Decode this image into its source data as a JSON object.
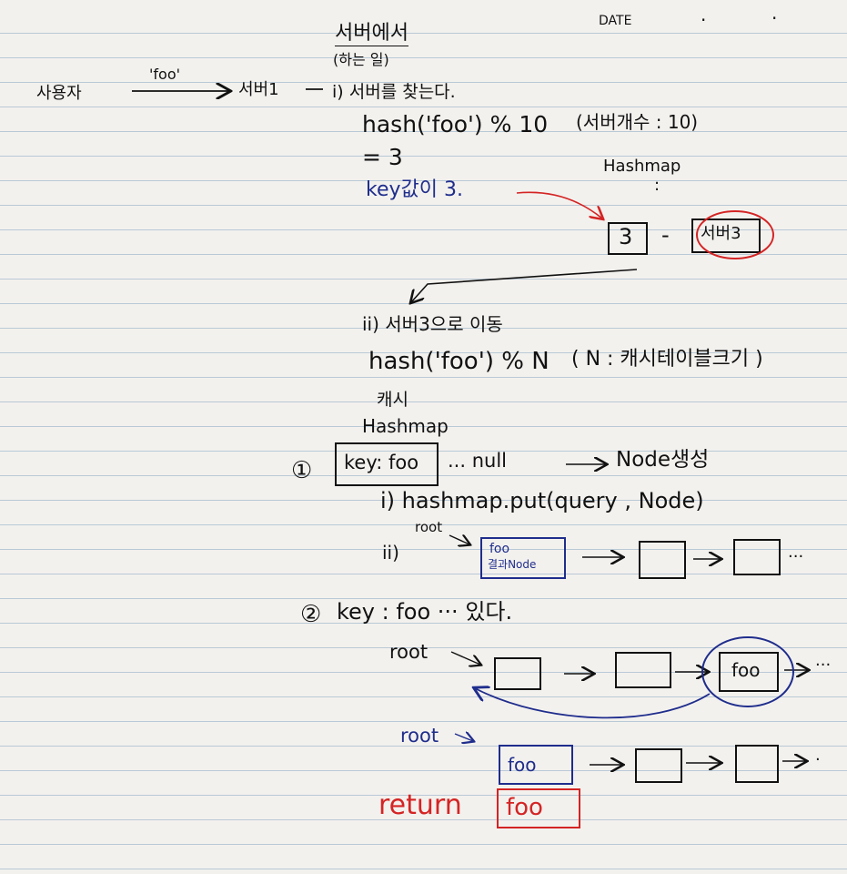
{
  "header": {
    "date_label": "DATE"
  },
  "title": {
    "main": "서버에서",
    "sub": "(하는 일)"
  },
  "flow": {
    "user": "사용자",
    "request": "'foo'",
    "server": "서버1"
  },
  "step1": {
    "label": "i) 서버를 찾는다.",
    "hash": "hash('foo') % 10",
    "note": "(서버개수 : 10)",
    "result": "= 3",
    "key_note": "key값이 3.",
    "hashmap_label": "Hashmap",
    "colon": ":",
    "map_key": "3",
    "dash": "-",
    "map_value": "서버3"
  },
  "step2": {
    "label": "ii) 서버3으로 이동",
    "hash": "hash('foo') % N",
    "note": "( N : 캐시테이블크기 )"
  },
  "cache": {
    "title": "캐시",
    "hashmap_label": "Hashmap"
  },
  "case1": {
    "num": "①",
    "key": "key: foo",
    "nul": "... null",
    "create": "Node생성",
    "put": "i) hashmap.put(query , Node)",
    "ii": "ii)",
    "root": "root",
    "node_l1": "foo",
    "node_l2": "결과Node",
    "tail": "..."
  },
  "case2": {
    "num": "②",
    "label": "key : foo ··· 있다.",
    "root1": "root",
    "foo": "foo",
    "root2": "root",
    "foo2": "foo",
    "tail": "···",
    "tail2": "·",
    "return_label": "return",
    "return_value": "foo"
  }
}
